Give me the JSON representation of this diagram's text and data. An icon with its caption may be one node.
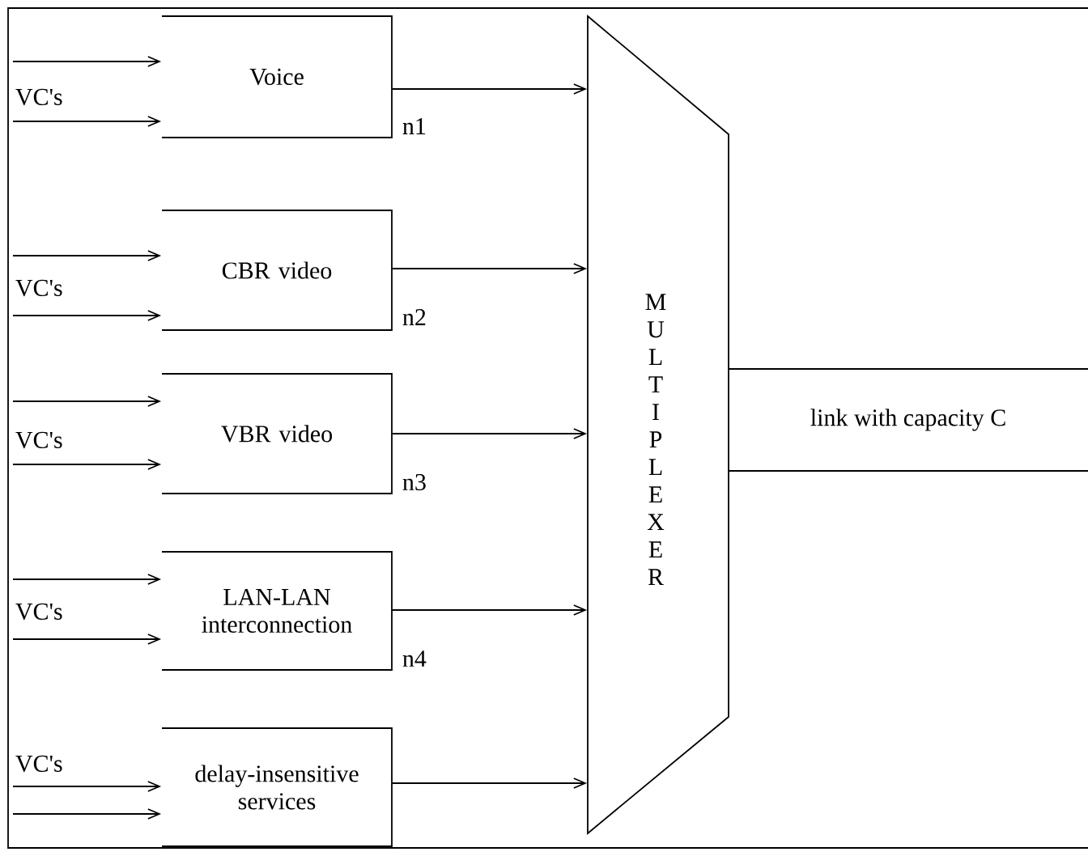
{
  "diagram": {
    "nodes": [
      {
        "text": [
          "Voice"
        ],
        "beside": [
          "n1"
        ]
      },
      {
        "text": [
          "CBR video"
        ],
        "beside": [
          "n2"
        ]
      },
      {
        "text": [
          "VBR video"
        ],
        "beside": [
          "n3"
        ]
      },
      {
        "text": [
          "LAN-LAN interconnection"
        ],
        "beside": [
          "n4"
        ]
      },
      {
        "text": [
          "delay-insensitive services"
        ]
      },
      {
        "text": [
          "MULTIPLEXER"
        ]
      },
      {
        "text": [
          "link with capacity C"
        ]
      }
    ],
    "edges": [
      {
        "from": null,
        "to": 0,
        "arrow": "to"
      },
      {
        "from": null,
        "to": 0,
        "arrow": "to"
      },
      {
        "from": null,
        "to": 1,
        "arrow": "to"
      },
      {
        "from": null,
        "to": 1,
        "arrow": "to"
      },
      {
        "from": null,
        "to": 2,
        "arrow": "to"
      },
      {
        "from": null,
        "to": 2,
        "arrow": "to"
      },
      {
        "from": null,
        "to": 3,
        "arrow": "to"
      },
      {
        "from": null,
        "to": 3,
        "arrow": "to"
      },
      {
        "from": null,
        "to": 4,
        "arrow": "to"
      },
      {
        "from": null,
        "to": 4,
        "arrow": "to"
      },
      {
        "from": 0,
        "to": 5,
        "arrow": "to"
      },
      {
        "from": 1,
        "to": 5,
        "arrow": "to"
      },
      {
        "from": 2,
        "to": 5,
        "arrow": "to"
      },
      {
        "from": 3,
        "to": 5,
        "arrow": "to"
      },
      {
        "from": 4,
        "to": 5,
        "arrow": "to"
      }
    ],
    "labels": [
      "VC's",
      "VC's",
      "VC's",
      "VC's",
      "VC's"
    ]
  }
}
